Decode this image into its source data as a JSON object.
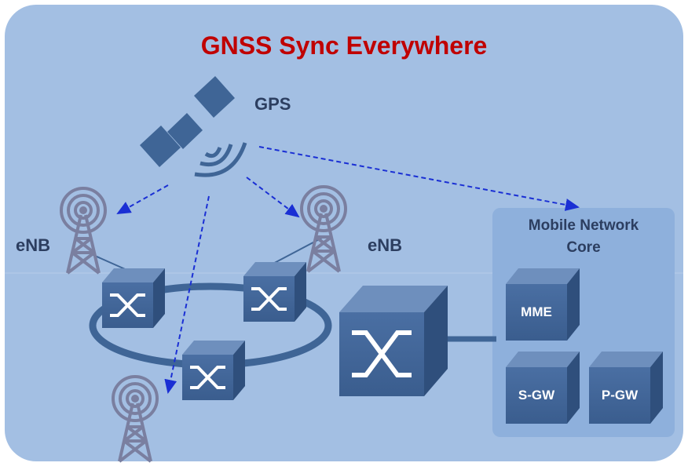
{
  "title": "GNSS Sync Everywhere",
  "gps_label": "GPS",
  "enb_labels": [
    "eNB",
    "eNB"
  ],
  "core": {
    "title_line1": "Mobile Network",
    "title_line2": "Core",
    "boxes": [
      "MME",
      "S-GW",
      "P-GW"
    ]
  },
  "colors": {
    "background": "#a3bfe3",
    "title": "#c00000",
    "device": "#3f6596",
    "antenna": "#7a7fa0",
    "sync_arrow": "#1a2fd4",
    "core_panel": "#8eb0dc"
  },
  "icons": [
    "satellite-icon",
    "antenna-icon",
    "switch-icon"
  ]
}
